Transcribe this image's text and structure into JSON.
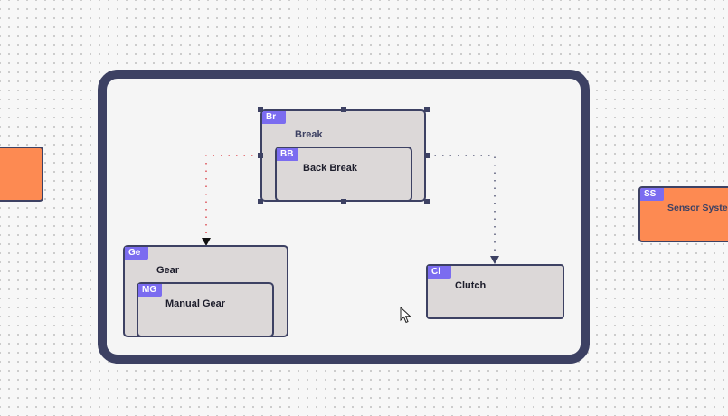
{
  "colors": {
    "canvas_bg": "#f7f7f7",
    "node_fill": "#dcd8d8",
    "node_border": "#3d4163",
    "badge": "#7b6cf0",
    "orange_node": "#fd8a52",
    "red_connector": "#d9363e",
    "dark_connector": "#3d4163"
  },
  "nodes": {
    "break": {
      "badge": "Br",
      "label": "Break"
    },
    "back_break": {
      "badge": "BB",
      "label": "Back Break"
    },
    "gear": {
      "badge": "Ge",
      "label": "Gear"
    },
    "manual_gear": {
      "badge": "MG",
      "label": "Manual Gear"
    },
    "clutch": {
      "badge": "Cl",
      "label": "Clutch"
    },
    "sensor_system": {
      "badge": "SS",
      "label": "Sensor System"
    }
  },
  "icons": {
    "cursor": "mouse-pointer-icon"
  }
}
